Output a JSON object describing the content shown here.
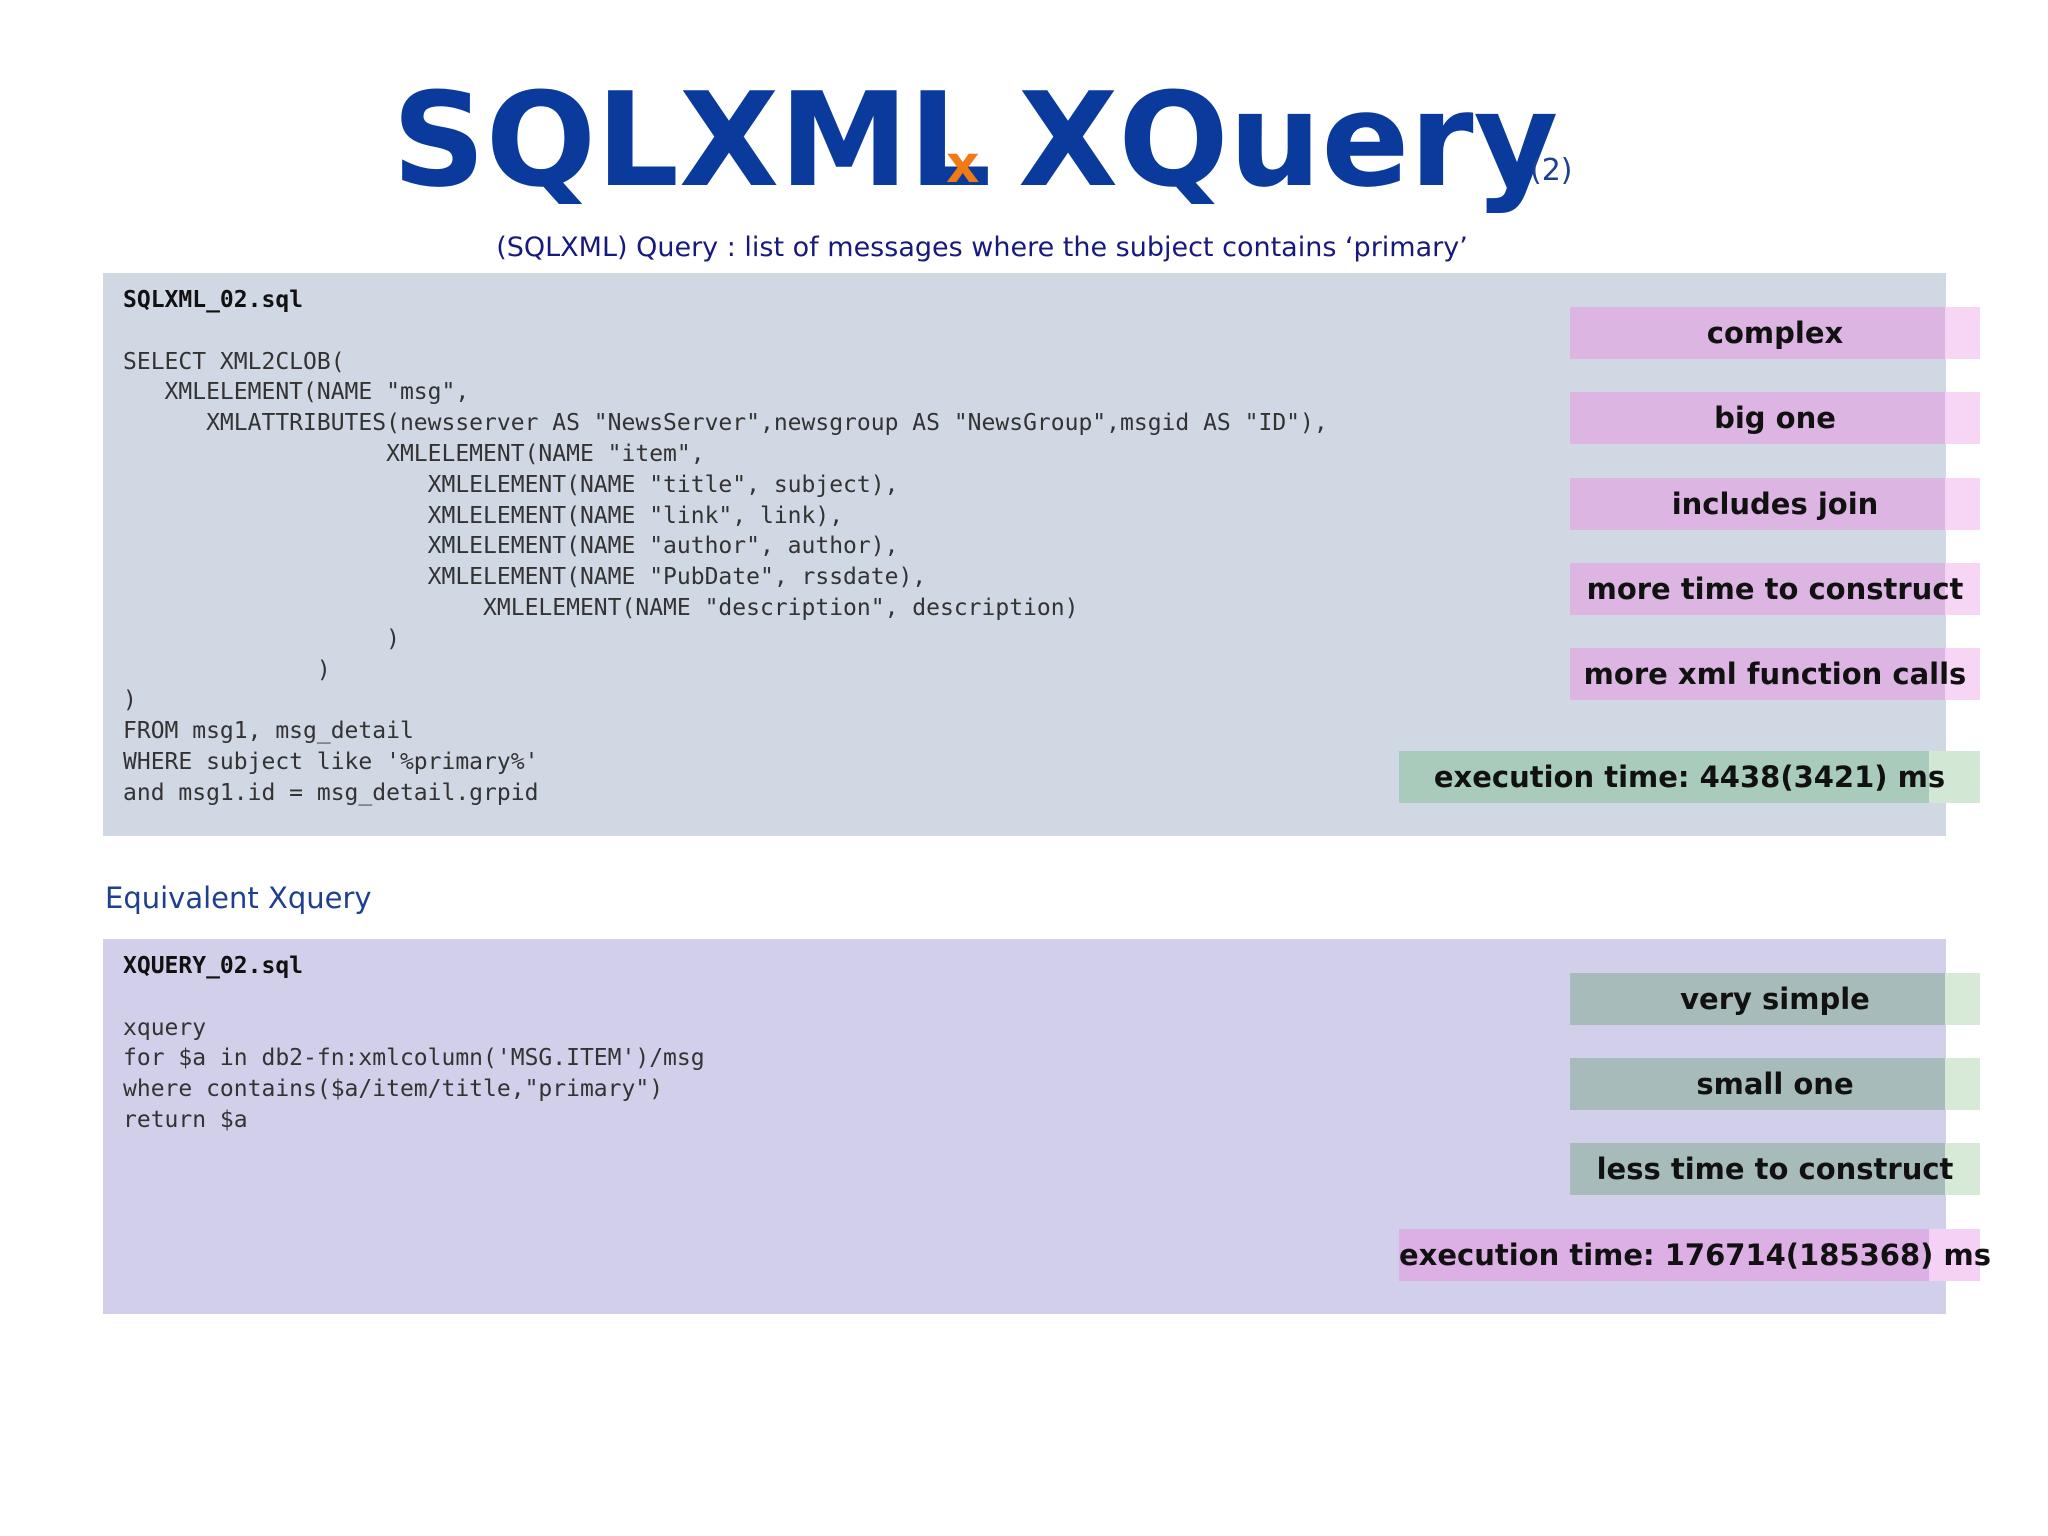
{
  "title": {
    "left": "SQLXML",
    "x": "x",
    "right": "XQuery",
    "number": "(2)"
  },
  "subtitle": "(SQLXML) Query : list of messages where the subject contains ‘primary’",
  "sql_panel": {
    "filename": "SQLXML_02.sql",
    "code": "SELECT XML2CLOB(\n   XMLELEMENT(NAME \"msg\",\n      XMLATTRIBUTES(newsserver AS \"NewsServer\",newsgroup AS \"NewsGroup\",msgid AS \"ID\"),\n                   XMLELEMENT(NAME \"item\",\n                      XMLELEMENT(NAME \"title\", subject),\n                      XMLELEMENT(NAME \"link\", link),\n                      XMLELEMENT(NAME \"author\", author),\n                      XMLELEMENT(NAME \"PubDate\", rssdate),\n                          XMLELEMENT(NAME \"description\", description)\n                   )\n              )\n)\nFROM msg1, msg_detail\nWHERE subject like '%primary%'\nand msg1.id = msg_detail.grpid",
    "tags": [
      "complex",
      "big one",
      "includes join",
      "more time to construct",
      "more xml function calls"
    ],
    "execution_time": "execution time:  4438(3421) ms"
  },
  "section_label": "Equivalent Xquery",
  "xquery_panel": {
    "filename": "XQUERY_02.sql",
    "code": "xquery\nfor $a in db2-fn:xmlcolumn('MSG.ITEM')/msg\nwhere contains($a/item/title,\"primary\")\nreturn $a",
    "tags": [
      "very simple",
      "small one",
      "less time to construct"
    ],
    "execution_time": "execution time: 176714(185368) ms"
  },
  "colors": {
    "title_blue": "#0a3a9c",
    "title_x_orange": "#f07a16",
    "sql_panel_bg": "#cfd8e3",
    "xquery_panel_bg": "#d2cfeb",
    "tag_pink": "#dcb5e2",
    "tag_green": "#a9cbbc",
    "tag_slate": "#a6bbba",
    "tag_magenta": "#dcb0e4"
  }
}
